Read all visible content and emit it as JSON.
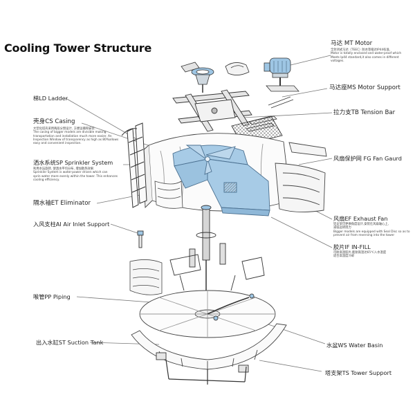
{
  "title": "Cooling Tower Structure",
  "labels": {
    "motor": {
      "text": "马达 MT  Motor",
      "desc": [
        "全封闭式马达（TEEC）防水等级达IP44标准,",
        "Motor is totally enclosed and water-proof which",
        "Meets Ip44 standard,it also comes in different",
        "voltages."
      ]
    },
    "motor_support": {
      "text": "马达座MS  Motor Support"
    },
    "tension_bar": {
      "text": "拉力支TB  Tension Bar"
    },
    "fan_guard": {
      "text": "风扇保护网  FG  Fan Gaurd"
    },
    "exhaust_fan": {
      "text": "风扇EF  Exhaust Fan",
      "desc": [
        "铝支架可更换角度设计,安装在风扇轴心上,",
        "减低运转阻力",
        "Bigger models are equipped with Seal Disc so as to",
        "prevent air from reversing into the tower"
      ]
    },
    "infill": {
      "text": "胶片IF  IN-FILL",
      "desc": [
        "可耐高温胶片,能耐高温达65℃入水温度",
        "适合高温度冷却"
      ]
    },
    "water_basin": {
      "text": "水盆WS  Water Basin"
    },
    "tower_support": {
      "text": "塔支架TS  Tower Support"
    },
    "ladder": {
      "text": "梯LD  Ladder"
    },
    "casing": {
      "text": "壳身CS  Casing",
      "desc": [
        "大型化塔壳采用两段分割设计, 方便运输和安装.",
        "The casing of bigger models are divisible making",
        "transportation and installation much more easier. An",
        "Inspection Window of transparency as high as 80%allows",
        "easy and convenient inspection."
      ]
    },
    "sprinkler": {
      "text": "洒水系统SP  Sprinkler System",
      "desc": [
        "利用水压旋转, 使洒水平均分布, 增加散热效果.",
        "Sprinkler System is water-power driven which can",
        "sprin water more evenly within the tower. This enhances",
        "cooling efficiency."
      ]
    },
    "eliminator": {
      "text": "隔水袖ET  Eliminator"
    },
    "air_inlet": {
      "text": "入风支柱AI  Air Inlet Support"
    },
    "piping": {
      "text": "喉管PP  Piping"
    },
    "suction_tank": {
      "text": "出入水缸ST  Suction Tank"
    }
  },
  "colors": {
    "highlight": "#a7cbe6",
    "line": "#555555",
    "callout": "#777777"
  }
}
